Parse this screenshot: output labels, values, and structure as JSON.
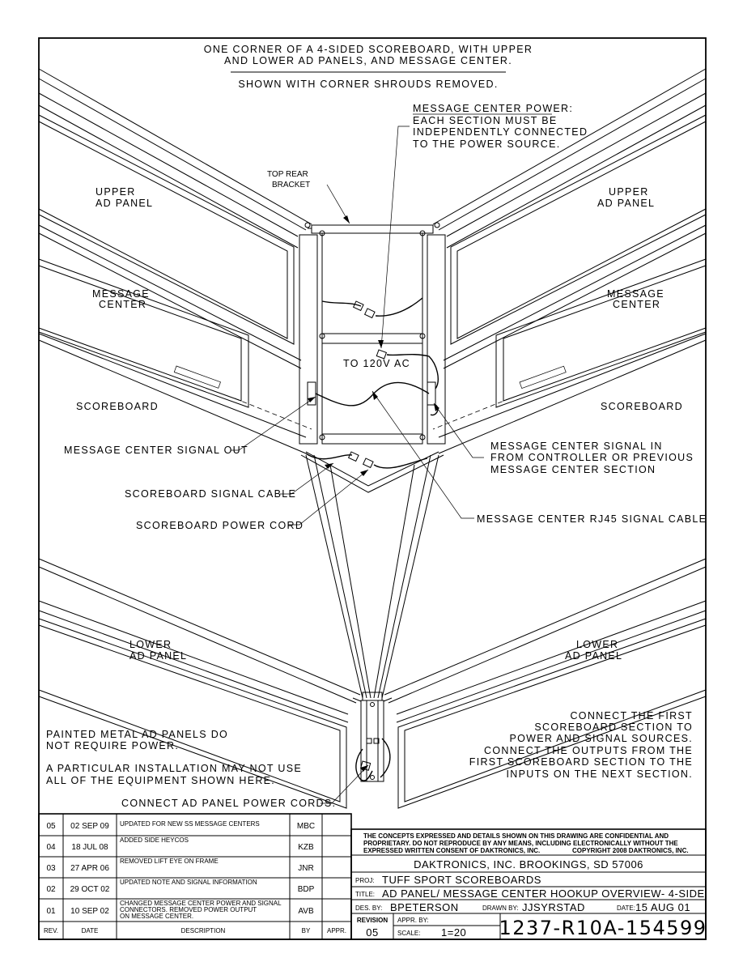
{
  "notes": {
    "title_l1": "ONE CORNER OF A 4-SIDED SCOREBOARD, WITH UPPER",
    "title_l2": "AND LOWER AD PANELS, AND MESSAGE CENTER.",
    "title_l3": "SHOWN WITH CORNER SHROUDS REMOVED.",
    "power_l1": "MESSAGE CENTER POWER:",
    "power_l2": "EACH SECTION MUST BE",
    "power_l3": "INDEPENDENTLY CONNECTED",
    "power_l4": "TO THE POWER SOURCE.",
    "painted_l1": "PAINTED METAL AD PANELS DO",
    "painted_l2": "NOT REQUIRE POWER.",
    "install_l1": "A PARTICULAR INSTALLATION MAY NOT USE",
    "install_l2": "ALL OF THE EQUIPMENT SHOWN HERE.",
    "connect_l1": "CONNECT THE FIRST",
    "connect_l2": "SCOREBOARD SECTION TO",
    "connect_l3": "POWER AND SIGNAL SOURCES.",
    "connect_l4": "CONNECT THE OUTPUTS FROM THE",
    "connect_l5": "FIRST SCOREBOARD SECTION TO THE",
    "connect_l6": "INPUTS ON THE NEXT SECTION."
  },
  "labels": {
    "top_rear_bracket_l1": "TOP REAR",
    "top_rear_bracket_l2": "BRACKET",
    "upper_ad_l1": "UPPER",
    "upper_ad_l2": "AD PANEL",
    "message_l1": "MESSAGE",
    "message_l2": "CENTER",
    "scoreboard": "SCOREBOARD",
    "to_120v": "TO 120V AC",
    "mc_signal_out": "MESSAGE CENTER SIGNAL OUT",
    "mc_signal_in_l1": "MESSAGE CENTER SIGNAL IN",
    "mc_signal_in_l2": "FROM CONTROLLER OR PREVIOUS",
    "mc_signal_in_l3": "MESSAGE CENTER SECTION",
    "sb_signal_cable": "SCOREBOARD SIGNAL CABLE",
    "sb_power_cord": "SCOREBOARD POWER CORD",
    "mc_rj45": "MESSAGE CENTER RJ45 SIGNAL CABLE",
    "lower_ad_l1": "LOWER",
    "lower_ad_l2": "AD PANEL",
    "connect_ad_power": "CONNECT AD PANEL POWER CORDS."
  },
  "revisions": {
    "headers": {
      "rev": "REV.",
      "date": "DATE",
      "description": "DESCRIPTION",
      "by": "BY",
      "appr": "APPR."
    },
    "rows": [
      {
        "rev": "05",
        "date": "02 SEP 09",
        "d1": "UPDATED FOR NEW SS MESSAGE CENTERS",
        "d2": "",
        "d3": "",
        "by": "MBC"
      },
      {
        "rev": "04",
        "date": "18 JUL 08",
        "d1": "ADDED SIDE HEYCOS",
        "d2": "",
        "d3": "",
        "by": "KZB"
      },
      {
        "rev": "03",
        "date": "27 APR 06",
        "d1": "REMOVED LIFT EYE ON FRAME",
        "d2": "",
        "d3": "",
        "by": "JNR"
      },
      {
        "rev": "02",
        "date": "29 OCT 02",
        "d1": "UPDATED NOTE AND SIGNAL INFORMATION",
        "d2": "",
        "d3": "",
        "by": "BDP"
      },
      {
        "rev": "01",
        "date": "10 SEP 02",
        "d1": "CHANGED MESSAGE CENTER POWER AND SIGNAL",
        "d2": "CONNECTORS.  REMOVED POWER OUTPUT",
        "d3": "ON MESSAGE CENTER.",
        "by": "AVB"
      }
    ]
  },
  "title_block": {
    "conf_l1": "THE CONCEPTS EXPRESSED AND DETAILS SHOWN ON THIS DRAWING ARE CONFIDENTIAL AND",
    "conf_l2": "PROPRIETARY.  DO NOT REPRODUCE BY ANY MEANS, INCLUDING ELECTRONICALLY WITHOUT THE",
    "conf_l3": "EXPRESSED WRITTEN CONSENT OF DAKTRONICS, INC.",
    "copyright": "COPYRIGHT 2008 DAKTRONICS, INC.",
    "company": "DAKTRONICS, INC.   BROOKINGS, SD 57006",
    "proj_label": "PROJ:",
    "proj": "TUFF SPORT SCOREBOARDS",
    "title_label": "TITLE:",
    "title": "AD PANEL/ MESSAGE CENTER HOOKUP OVERVIEW- 4-SIDE",
    "des_label": "DES. BY:",
    "des": "BPETERSON",
    "drawn_label": "DRAWN BY:",
    "drawn": "JJSYRSTAD",
    "date_label": "DATE:",
    "date": "15 AUG 01",
    "revision_label": "REVISION",
    "revision": "05",
    "appr_label": "APPR. BY:",
    "scale_label": "SCALE:",
    "scale": "1=20",
    "drawing_number": "1237-R10A-154599"
  }
}
